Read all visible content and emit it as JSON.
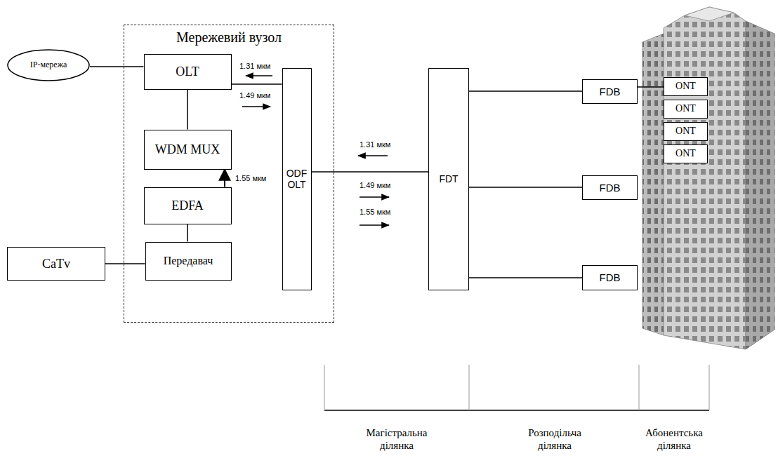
{
  "diagram": {
    "nodes": [
      {
        "text": [
          "Мережевий вузол"
        ]
      },
      {
        "text": [
          "IP-мережа"
        ]
      },
      {
        "text": [
          "OLT"
        ],
        "in": 0
      },
      {
        "text": [
          "WDM MUX"
        ],
        "in": 0
      },
      {
        "text": [
          "EDFA"
        ],
        "in": 0
      },
      {
        "text": [
          "CaTv"
        ]
      },
      {
        "text": [
          "Передавач"
        ],
        "in": 0
      },
      {
        "text": [
          "ODF OLT"
        ],
        "in": 0
      },
      {
        "text": [
          "FDT"
        ]
      },
      {
        "text": [
          "FDB"
        ]
      },
      {
        "text": [
          "FDB"
        ]
      },
      {
        "text": [
          "FDB"
        ]
      },
      {
        "text": [
          "ONT"
        ]
      },
      {
        "text": [
          "ONT"
        ]
      },
      {
        "text": [
          "ONT"
        ]
      },
      {
        "text": [
          "ONT"
        ]
      }
    ],
    "edges": [
      {
        "from": 1,
        "to": 2,
        "arrow": "none"
      },
      {
        "from": 2,
        "to": 7,
        "arrow": "none"
      },
      {
        "from": 2,
        "to": 3,
        "arrow": "none"
      },
      {
        "from": 4,
        "to": 3,
        "label": "1.55 мкм",
        "arrow": "to"
      },
      {
        "from": 6,
        "to": 4,
        "arrow": "none"
      },
      {
        "from": 5,
        "to": 6,
        "arrow": "none"
      },
      {
        "from": 7,
        "to": 8,
        "arrow": "none"
      },
      {
        "from": 8,
        "to": 9,
        "arrow": "none"
      },
      {
        "from": 8,
        "to": 10,
        "arrow": "none"
      },
      {
        "from": 8,
        "to": 11,
        "arrow": "none"
      },
      {
        "from": 9,
        "to": 12,
        "arrow": "none"
      }
    ],
    "labels": [
      "1.31 мкм",
      "1.49 мкм",
      "1.31 мкм",
      "1.49 мкм",
      "1.55 мкм",
      "Магістральна ділянка",
      "Розподільча ділянка",
      "Абонентська ділянка"
    ]
  }
}
